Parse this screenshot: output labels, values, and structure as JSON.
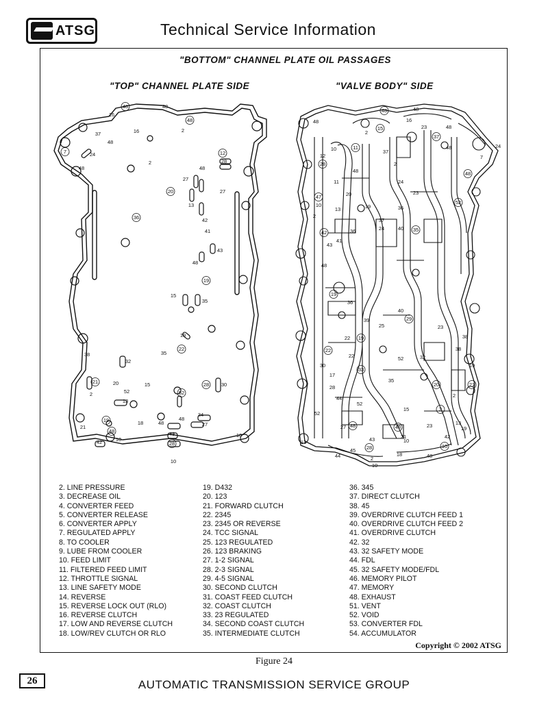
{
  "header": {
    "logo_text": "ATSG",
    "title": "Technical Service Information"
  },
  "diagram": {
    "main_caption": "\"BOTTOM\" CHANNEL PLATE OIL PASSAGES",
    "left_caption": "\"TOP\" CHANNEL PLATE SIDE",
    "right_caption": "\"VALVE BODY\" SIDE",
    "left_labels": [
      "48",
      "48",
      "16",
      "16",
      "48",
      "2",
      "37",
      "48",
      "7",
      "24",
      "48",
      "2",
      "12",
      "28",
      "48",
      "27",
      "20",
      "27",
      "13",
      "42",
      "36",
      "41",
      "43",
      "48",
      "19",
      "15",
      "35",
      "19",
      "22",
      "38",
      "32",
      "35",
      "21",
      "20",
      "52",
      "15",
      "28",
      "30",
      "2",
      "13",
      "52",
      "48",
      "34",
      "27",
      "19",
      "18",
      "48",
      "21",
      "48",
      "10",
      "42",
      "43",
      "28",
      "10",
      "10"
    ],
    "right_labels": [
      "48",
      "48",
      "16",
      "48",
      "15",
      "2",
      "23",
      "48",
      "37",
      "48",
      "24",
      "10",
      "11",
      "37",
      "7",
      "12",
      "28",
      "2",
      "48",
      "24",
      "48",
      "11",
      "20",
      "23",
      "47",
      "10",
      "13",
      "19",
      "52",
      "37",
      "36",
      "2",
      "42",
      "36",
      "24",
      "40",
      "35",
      "41",
      "43",
      "48",
      "19",
      "36",
      "39",
      "40",
      "29",
      "23",
      "25",
      "22",
      "19",
      "38",
      "38",
      "22",
      "22",
      "52",
      "32",
      "30",
      "33",
      "17",
      "19",
      "35",
      "21",
      "28",
      "44",
      "52",
      "20",
      "2",
      "52",
      "15",
      "2",
      "13",
      "19",
      "23",
      "48",
      "21",
      "18",
      "27",
      "48",
      "43",
      "10",
      "13",
      "10",
      "42",
      "44",
      "45",
      "28",
      "48",
      "2",
      "10"
    ]
  },
  "legend": {
    "col1": [
      "2. LINE PRESSURE",
      "3. DECREASE OIL",
      "4. CONVERTER FEED",
      "5. CONVERTER RELEASE",
      "6. CONVERTER APPLY",
      "7. REGULATED APPLY",
      "8. TO COOLER",
      "9. LUBE FROM COOLER",
      "10. FEED LIMIT",
      "11. FILTERED FEED LIMIT",
      "12. THROTTLE SIGNAL",
      "13. LINE SAFETY MODE",
      "14. REVERSE",
      "15. REVERSE LOCK OUT (RLO)",
      "16. REVERSE CLUTCH",
      "17. LOW AND REVERSE CLUTCH",
      "18. LOW/REV CLUTCH OR RLO"
    ],
    "col2": [
      "19. D432",
      "20. 123",
      "21. FORWARD CLUTCH",
      "22. 2345",
      "23. 2345 OR REVERSE",
      "24. TCC SIGNAL",
      "25. 123 REGULATED",
      "26. 123 BRAKING",
      "27. 1-2 SIGNAL",
      "28. 2-3 SIGNAL",
      "29. 4-5 SIGNAL",
      "30. SECOND CLUTCH",
      "31. COAST FEED CLUTCH",
      "32. COAST CLUTCH",
      "33. 23 REGULATED",
      "34. SECOND COAST CLUTCH",
      "35. INTERMEDIATE CLUTCH"
    ],
    "col3": [
      "36. 345",
      "37. DIRECT CLUTCH",
      "38. 45",
      "39. OVERDRIVE CLUTCH FEED 1",
      "40. OVERDRIVE CLUTCH FEED 2",
      "41. OVERDRIVE CLUTCH",
      "42. 32",
      "43. 32 SAFETY MODE",
      "44. FDL",
      "45. 32 SAFETY MODE/FDL",
      "46. MEMORY PILOT",
      "47. MEMORY",
      "48. EXHAUST",
      "51. VENT",
      "52. VOID",
      "53. CONVERTER FDL",
      "54. ACCUMULATOR"
    ]
  },
  "copyright": "Copyright © 2002 ATSG",
  "figure_label": "Figure 24",
  "page_number": "26",
  "footer": "AUTOMATIC TRANSMISSION SERVICE GROUP"
}
